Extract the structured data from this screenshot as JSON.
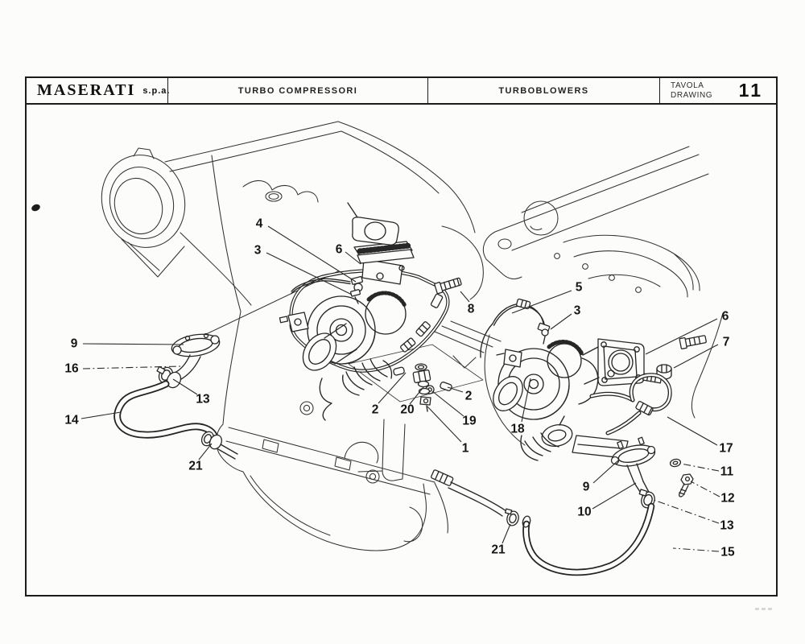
{
  "header": {
    "brand": "MASERATI",
    "brand_suffix": "s.p.a.",
    "title_italian": "TURBO COMPRESSORI",
    "title_english": "TURBOBLOWERS",
    "plate_label_line1": "TAVOLA",
    "plate_label_line2": "DRAWING",
    "plate_number": "11"
  },
  "diagram": {
    "subject": "Exploded isometric drawing of the twin turbochargers, oil feed and drain lines, gaskets, clamps and fasteners mounted on the V6 engine",
    "ink_color": "#272727",
    "paper_color": "#fcfcfa",
    "part_numbers_shown": [
      1,
      2,
      3,
      4,
      5,
      6,
      7,
      8,
      9,
      10,
      11,
      12,
      13,
      14,
      15,
      16,
      17,
      18,
      19,
      20,
      21
    ],
    "callouts": [
      {
        "id": "4",
        "n": "4",
        "label": [
          322,
          278
        ],
        "leader": [
          [
            333,
            281
          ],
          [
            442,
            350
          ]
        ],
        "style": "solid"
      },
      {
        "id": "3a",
        "n": "3",
        "label": [
          320,
          311
        ],
        "leader": [
          [
            331,
            314
          ],
          [
            437,
            366
          ]
        ],
        "style": "solid"
      },
      {
        "id": "6a",
        "n": "6",
        "label": [
          421,
          310
        ],
        "leader": [
          [
            429,
            313
          ],
          [
            448,
            328
          ]
        ],
        "style": "solid"
      },
      {
        "id": "8",
        "n": "8",
        "label": [
          585,
          384
        ],
        "leader": [
          [
            583,
            375
          ],
          [
            572,
            362
          ]
        ],
        "style": "solid"
      },
      {
        "id": "5",
        "n": "5",
        "label": [
          719,
          357
        ],
        "leader": [
          [
            710,
            361
          ],
          [
            636,
            389
          ]
        ],
        "style": "solid"
      },
      {
        "id": "3b",
        "n": "3",
        "label": [
          717,
          386
        ],
        "leader": [
          [
            710,
            390
          ],
          [
            684,
            409
          ]
        ],
        "style": "solid"
      },
      {
        "id": "6b",
        "n": "6",
        "label": [
          901,
          393
        ],
        "leader": [
          [
            891,
            396
          ],
          [
            802,
            440
          ]
        ],
        "style": "solid"
      },
      {
        "id": "7",
        "n": "7",
        "label": [
          902,
          425
        ],
        "leader": [
          [
            892,
            428
          ],
          [
            837,
            457
          ]
        ],
        "style": "solid"
      },
      {
        "id": "9a",
        "n": "9",
        "label": [
          92,
          427
        ],
        "leader": [
          [
            103,
            427
          ],
          [
            228,
            428
          ]
        ],
        "style": "solid"
      },
      {
        "id": "16",
        "n": "16",
        "label": [
          89,
          458
        ],
        "leader": [
          [
            103,
            458
          ],
          [
            225,
            455
          ]
        ],
        "style": "dashdot"
      },
      {
        "id": "13a",
        "n": "13",
        "label": [
          252,
          496
        ],
        "leader": [
          [
            245,
            490
          ],
          [
            215,
            471
          ]
        ],
        "style": "solid"
      },
      {
        "id": "14",
        "n": "14",
        "label": [
          89,
          522
        ],
        "leader": [
          [
            101,
            520
          ],
          [
            150,
            512
          ]
        ],
        "style": "solid"
      },
      {
        "id": "21a",
        "n": "21",
        "label": [
          243,
          579
        ],
        "leader": [
          [
            247,
            571
          ],
          [
            263,
            551
          ]
        ],
        "style": "solid"
      },
      {
        "id": "2a",
        "n": "2",
        "label": [
          466,
          509
        ],
        "leader": [
          [
            470,
            501
          ],
          [
            504,
            463
          ]
        ],
        "style": "solid"
      },
      {
        "id": "20",
        "n": "20",
        "label": [
          506,
          509
        ],
        "leader": [
          [
            509,
            502
          ],
          [
            526,
            481
          ]
        ],
        "style": "solid"
      },
      {
        "id": "2b",
        "n": "2",
        "label": [
          582,
          492
        ],
        "leader": [
          [
            575,
            487
          ],
          [
            556,
            481
          ]
        ],
        "style": "solid"
      },
      {
        "id": "19",
        "n": "19",
        "label": [
          583,
          523
        ],
        "leader": [
          [
            576,
            517
          ],
          [
            537,
            486
          ]
        ],
        "style": "solid"
      },
      {
        "id": "1",
        "n": "1",
        "label": [
          578,
          557
        ],
        "leader": [
          [
            573,
            549
          ],
          [
            531,
            505
          ]
        ],
        "style": "solid"
      },
      {
        "id": "18",
        "n": "18",
        "label": [
          643,
          533
        ],
        "leader": [
          [
            648,
            524
          ],
          [
            659,
            470
          ]
        ],
        "style": "solid"
      },
      {
        "id": "17",
        "n": "17",
        "label": [
          902,
          557
        ],
        "leader": [
          [
            891,
            553
          ],
          [
            829,
            518
          ]
        ],
        "style": "solid"
      },
      {
        "id": "11",
        "n": "11",
        "label": [
          903,
          586
        ],
        "leader": [
          [
            893,
            585
          ],
          [
            846,
            576
          ]
        ],
        "style": "dashdot"
      },
      {
        "id": "12",
        "n": "12",
        "label": [
          904,
          619
        ],
        "leader": [
          [
            894,
            617
          ],
          [
            858,
            598
          ]
        ],
        "style": "dashdot"
      },
      {
        "id": "13b",
        "n": "13",
        "label": [
          903,
          653
        ],
        "leader": [
          [
            893,
            650
          ],
          [
            812,
            621
          ]
        ],
        "style": "dashdot"
      },
      {
        "id": "15",
        "n": "15",
        "label": [
          904,
          686
        ],
        "leader": [
          [
            893,
            685
          ],
          [
            836,
            681
          ]
        ],
        "style": "dashdot"
      },
      {
        "id": "9b",
        "n": "9",
        "label": [
          728,
          605
        ],
        "leader": [
          [
            737,
            600
          ],
          [
            768,
            572
          ]
        ],
        "style": "solid"
      },
      {
        "id": "10",
        "n": "10",
        "label": [
          726,
          636
        ],
        "leader": [
          [
            736,
            632
          ],
          [
            790,
            600
          ]
        ],
        "style": "solid"
      },
      {
        "id": "21b",
        "n": "21",
        "label": [
          619,
          683
        ],
        "leader": [
          [
            624,
            675
          ],
          [
            634,
            651
          ]
        ],
        "style": "solid"
      }
    ]
  }
}
